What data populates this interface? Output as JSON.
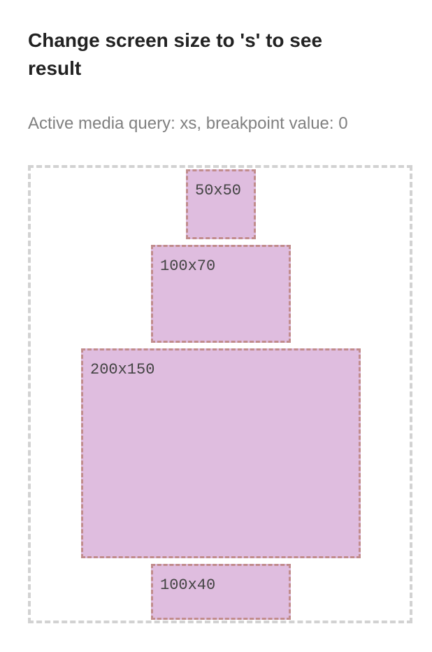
{
  "title": "Change screen size to 's' to see result",
  "status": "Active media query: xs, breakpoint value: 0",
  "boxes": [
    {
      "label": "50x50"
    },
    {
      "label": "100x70"
    },
    {
      "label": "200x150"
    },
    {
      "label": "100x40"
    }
  ],
  "colors": {
    "box_fill": "#dfbddf",
    "box_border": "#c18c8c",
    "container_border": "#d2d2d2",
    "title_text": "#222222",
    "status_text": "#808080"
  }
}
